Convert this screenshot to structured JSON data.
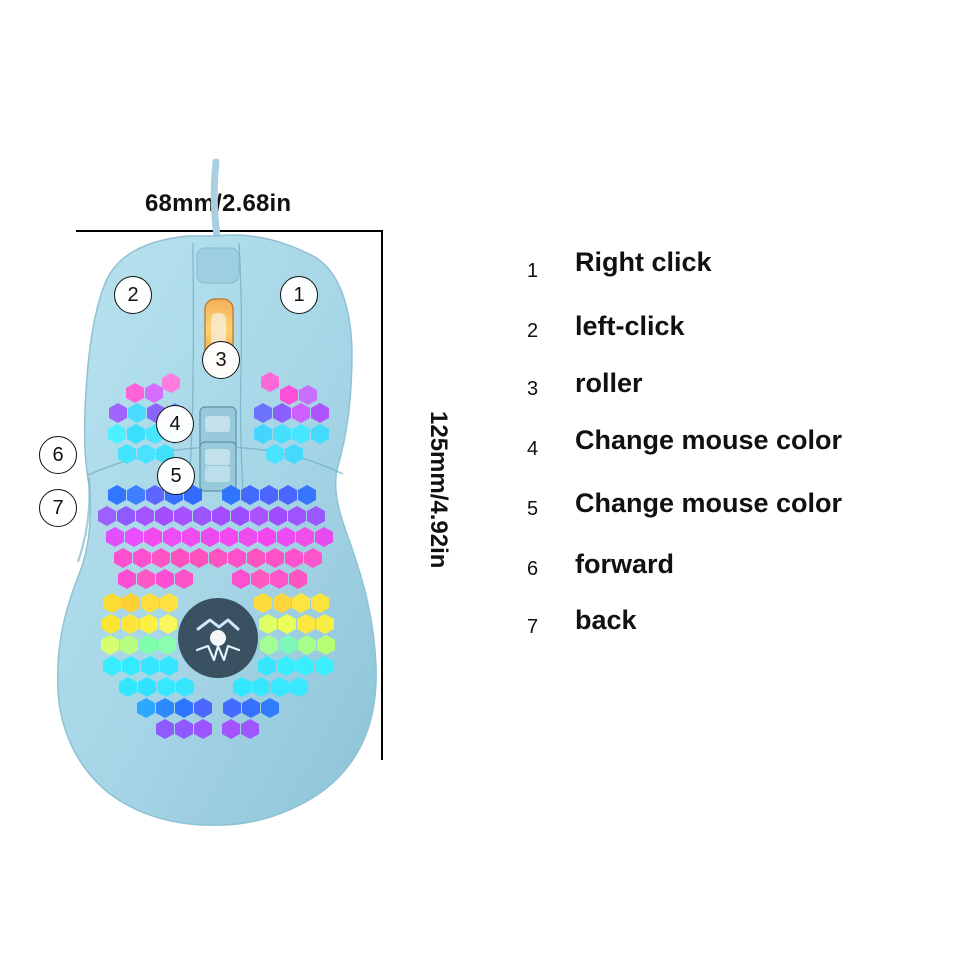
{
  "dimensions": {
    "width_label": "68mm/2.68in",
    "height_label": "125mm/4.92in"
  },
  "callouts": [
    "1",
    "2",
    "3",
    "4",
    "5",
    "6",
    "7"
  ],
  "legend": [
    {
      "number": "1",
      "label": "Right click"
    },
    {
      "number": "2",
      "label": "left-click"
    },
    {
      "number": "3",
      "label": "roller"
    },
    {
      "number": "4",
      "label": "Change mouse color"
    },
    {
      "number": "5",
      "label": "Change mouse color"
    },
    {
      "number": "6",
      "label": "forward"
    },
    {
      "number": "7",
      "label": "back"
    }
  ],
  "colors": {
    "mouse_shell": "#a5d5e6",
    "mouse_shell_dark": "#8bc5da",
    "rgb_blue": "#2f77ff",
    "rgb_purple": "#b14dff",
    "rgb_magenta": "#ff4fe0",
    "rgb_yellow": "#ffe63b",
    "rgb_cyan": "#40e7ff"
  },
  "icons": {
    "mouse": "gaming-mouse-illustration",
    "cable": "usb-cable-icon"
  }
}
